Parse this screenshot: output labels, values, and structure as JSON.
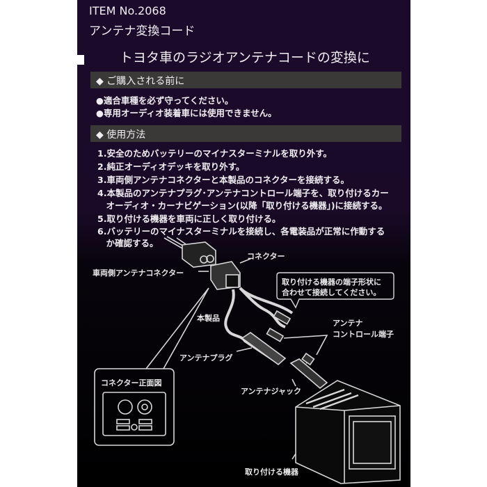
{
  "header": {
    "item_number": "ITEM No.2068",
    "product_name": "アンテナ変換コード",
    "tagline": "トヨタ車のラジオアンテナコードの変換に"
  },
  "sections": [
    {
      "title": "◆ ご購入される前に",
      "items": [
        "●適合車種を必ず守ってください。",
        "●専用オーディオ装着車には使用できません。"
      ]
    },
    {
      "title": "◆ 使用方法",
      "items": [
        "1.安全のためバッテリーのマイナスターミナルを取り外す。",
        "2.純正オーディオデッキを取り外す。",
        "3.車両側アンテナコネクターと本製品のコネクターを接続する。",
        "4.本製品のアンテナプラグ･アンテナコントロール端子を、取り付けるカー",
        "　オーディオ・カーナビゲーション(以降「取り付ける機器」)に接続する。",
        "5.取り付ける機器を車両に正しく取り付ける。",
        "6.バッテリーのマイナスターミナルを接続し、各電装品が正常に作動する",
        "　か確認する。"
      ]
    }
  ],
  "diagram": {
    "connector": "コネクター",
    "vehicle_connector": "車両側アンテナコネクター",
    "callout_line1": "取り付ける機器の端子形状に",
    "callout_line2": "合わせて接続してください。",
    "product": "本製品",
    "antenna_control_1": "アンテナ",
    "antenna_control_2": "コントロール端子",
    "antenna_plug": "アンテナプラグ",
    "connector_front_view": "コネクター正面図",
    "antenna_jack": "アンテナジャック",
    "device": "取り付ける機器"
  }
}
